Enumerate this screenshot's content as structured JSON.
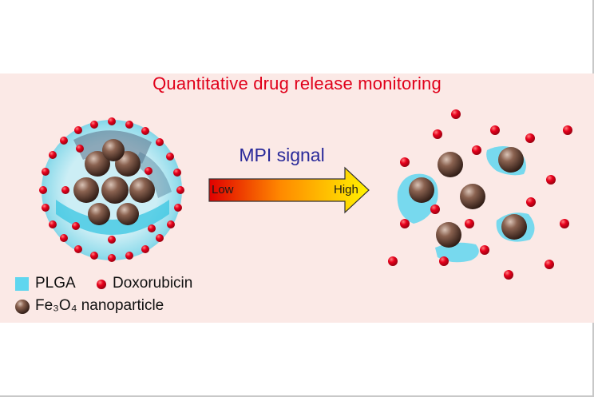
{
  "title": "Quantitative drug release monitoring",
  "signal_label": "MPI signal",
  "arrow": {
    "low_label": "Low",
    "high_label": "High"
  },
  "legend": {
    "plga_label": "PLGA",
    "doxorubicin_label": "Doxorubicin",
    "nanoparticle_label": "Fe₃O₄ nanoparticle"
  },
  "colors": {
    "background_panel": "#fbe9e6",
    "title": "#e0001a",
    "signal_text": "#2a2a9a",
    "plga": "#5fd6ef",
    "doxorubicin": "#e8001c",
    "nanoparticle": "#6b4a3a"
  }
}
